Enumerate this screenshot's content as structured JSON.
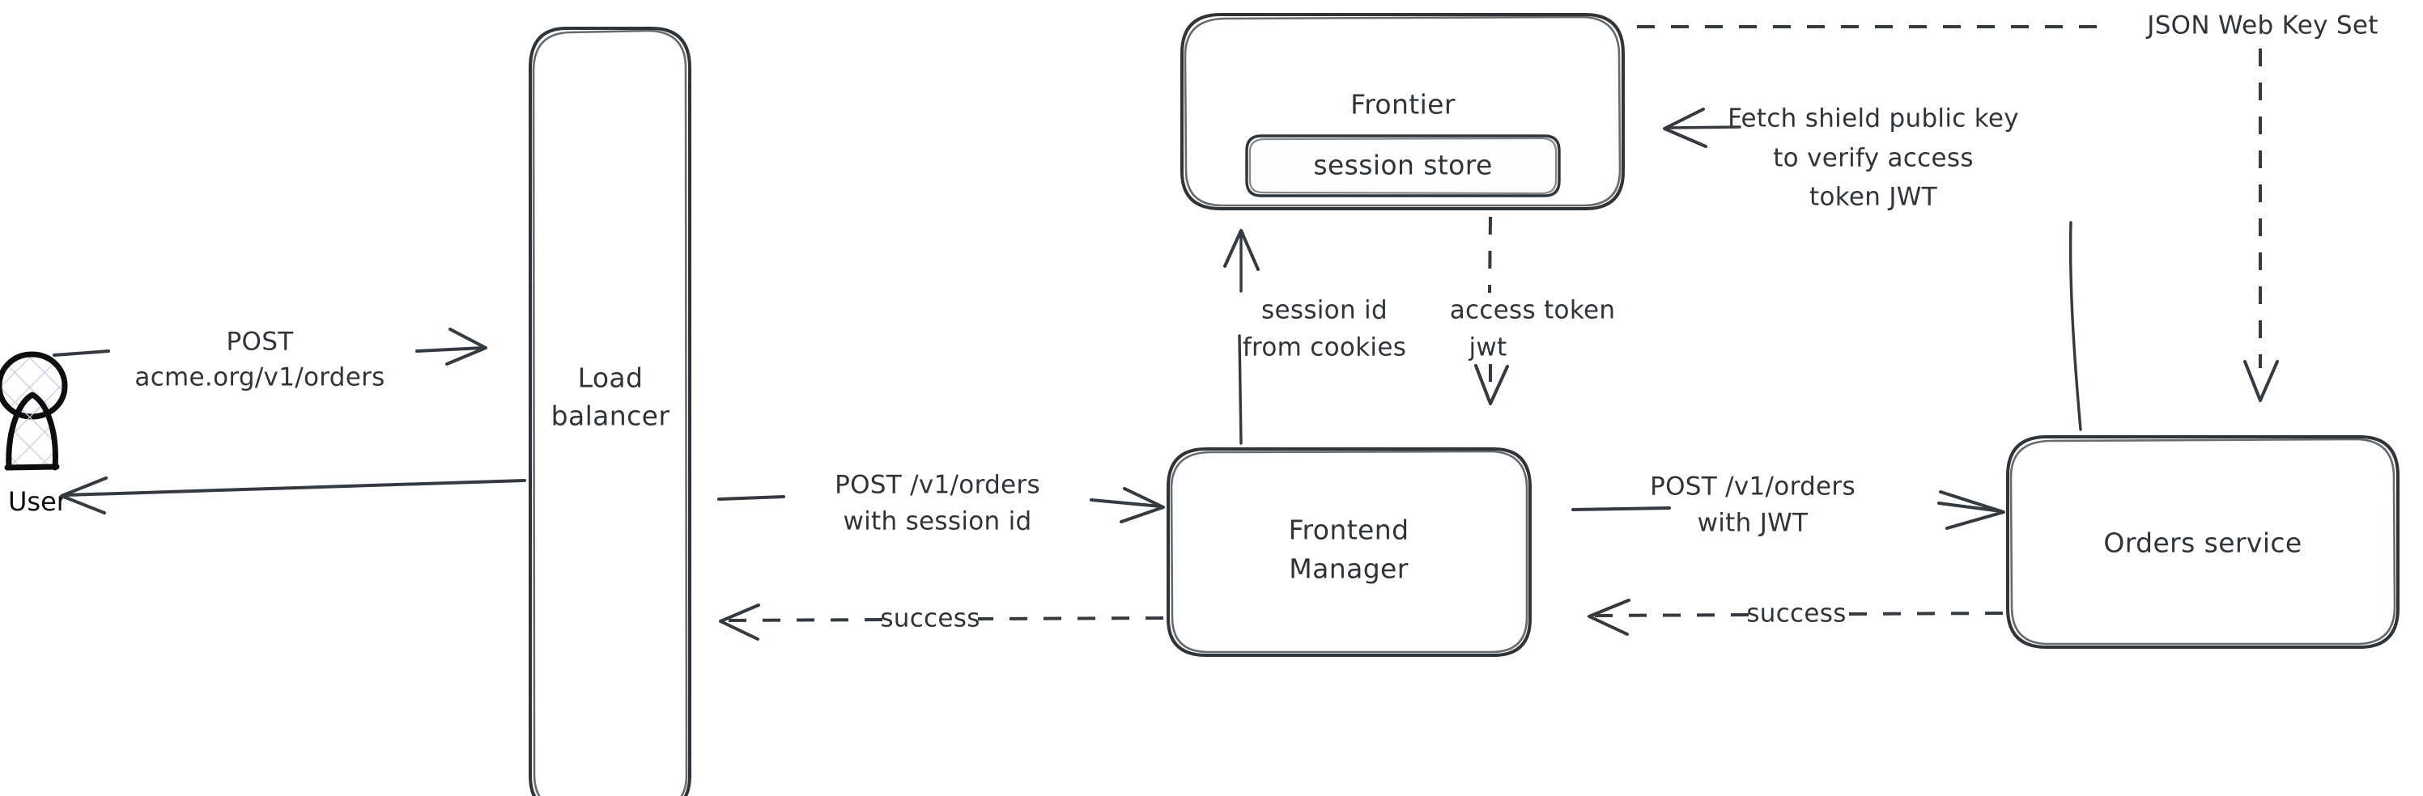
{
  "diagram": {
    "title": "Frontier session to JWT request flow",
    "style": "hand-drawn",
    "background_color": "#ffffff",
    "stroke_color": "#343a40",
    "text_color": "#2f3439",
    "actor_outline_color": "#0b0d0f",
    "actor_hatch_color": "#c3cddb"
  },
  "actors": {
    "user": {
      "label": "User",
      "icon": "person-icon"
    }
  },
  "nodes": [
    {
      "id": "load-balancer",
      "label_line1": "Load",
      "label_line2": "balancer",
      "shape": "rounded-rect-tall"
    },
    {
      "id": "frontier",
      "label": "Frontier",
      "shape": "rounded-rect",
      "child": {
        "id": "session-store",
        "label": "session store",
        "shape": "rounded-rect-inner"
      }
    },
    {
      "id": "frontend-manager",
      "label_line1": "Frontend",
      "label_line2": "Manager",
      "shape": "rounded-rect"
    },
    {
      "id": "orders-service",
      "label": "Orders service",
      "shape": "rounded-rect"
    }
  ],
  "edges": [
    {
      "id": "user-to-lb",
      "from": "user",
      "to": "load-balancer",
      "style": "solid",
      "direction": "right",
      "label_line1": "POST",
      "label_line2": "acme.org/v1/orders"
    },
    {
      "id": "lb-to-user",
      "from": "load-balancer",
      "to": "user",
      "style": "solid",
      "direction": "left",
      "label": ""
    },
    {
      "id": "lb-to-fm",
      "from": "load-balancer",
      "to": "frontend-manager",
      "style": "solid",
      "direction": "right",
      "label_line1": "POST /v1/orders",
      "label_line2": "with session id"
    },
    {
      "id": "fm-to-lb",
      "from": "frontend-manager",
      "to": "load-balancer",
      "style": "dashed",
      "direction": "left",
      "label": "success"
    },
    {
      "id": "fm-to-frontier",
      "from": "frontend-manager",
      "to": "frontier",
      "style": "solid",
      "direction": "up",
      "label_line1": "session id",
      "label_line2": "from cookies"
    },
    {
      "id": "frontier-to-fm",
      "from": "frontier",
      "to": "frontend-manager",
      "style": "dashed",
      "direction": "down",
      "label_line1": "access token",
      "label_line2": "jwt"
    },
    {
      "id": "fm-to-orders",
      "from": "frontend-manager",
      "to": "orders-service",
      "style": "solid",
      "direction": "right",
      "label_line1": "POST /v1/orders",
      "label_line2": "with JWT"
    },
    {
      "id": "orders-to-fm",
      "from": "orders-service",
      "to": "frontend-manager",
      "style": "dashed",
      "direction": "left",
      "label": "success"
    },
    {
      "id": "orders-to-frontier",
      "from": "orders-service",
      "to": "frontier",
      "style": "solid",
      "direction": "left",
      "label_line1": "Fetch shield public key",
      "label_line2": "to verify access",
      "label_line3": "token JWT"
    },
    {
      "id": "frontier-jwks-to-orders",
      "from": "frontier",
      "to": "orders-service",
      "style": "dashed",
      "direction": "down",
      "label": "JSON Web Key Set"
    }
  ]
}
